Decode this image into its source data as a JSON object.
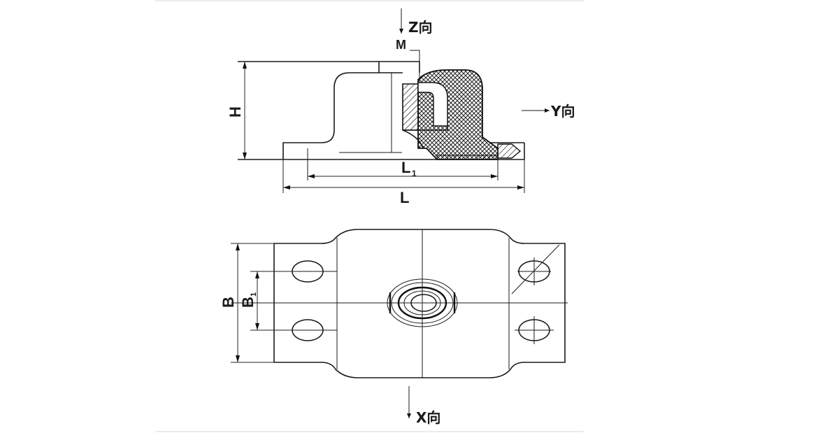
{
  "labels": {
    "z_dir": "Z向",
    "y_dir": "Y向",
    "x_dir": "X向",
    "m": "M",
    "h": "H",
    "l1": "L",
    "l1_sub": "1",
    "l": "L",
    "b": "B",
    "b1": "B",
    "b1_sub": "1"
  }
}
